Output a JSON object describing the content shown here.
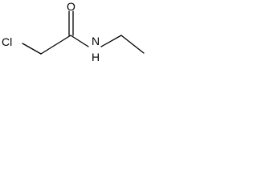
{
  "structure": {
    "atoms": {
      "chlorine": "Cl",
      "oxygen": "O",
      "nitrogen": "N",
      "hydrogen": "H"
    }
  }
}
